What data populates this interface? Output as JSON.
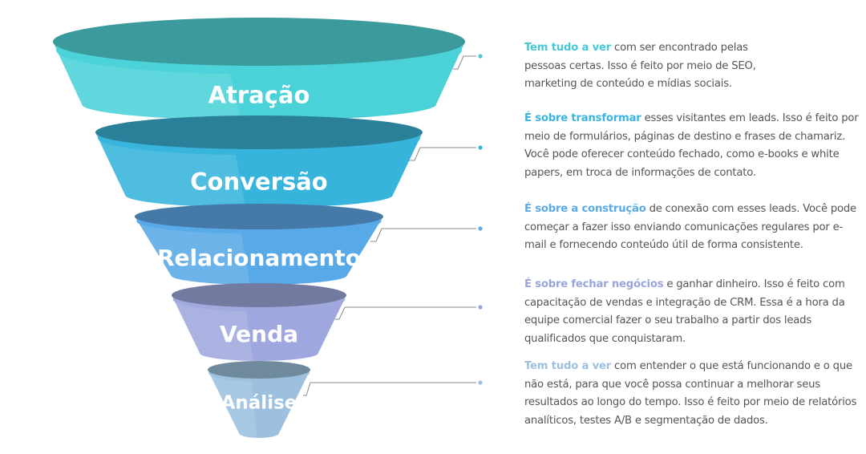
{
  "stages": [
    {
      "label": "Atração",
      "body_color": "#4ad2d8",
      "top_color": "#3a9a9c",
      "highlight_color": "#45c8d8",
      "highlight": "Tem tudo a ver",
      "text": " com ser encontrado pelas pessoas certas. Isso é feito por meio de SEO, marketing de conteúdo e mídias sociais."
    },
    {
      "label": "Conversão",
      "body_color": "#36b4dc",
      "top_color": "#2b8099",
      "highlight_color": "#3ab4e0",
      "highlight": "É sobre transformar",
      "text": " esses visitantes em leads. Isso é feito por meio de formulários, páginas de destino e frases de chamariz. Você pode oferecer conteúdo fechado, como e-books e white papers, em troca de informações de contato."
    },
    {
      "label": "Relacionamento",
      "body_color": "#58a9e8",
      "top_color": "#4579a8",
      "highlight_color": "#5aaae8",
      "highlight": "É sobre a construção",
      "text": " de conexão com esses leads. Você pode começar a fazer isso enviando comunicações regulares por e-mail e fornecendo conteúdo útil de forma consistente."
    },
    {
      "label": "Venda",
      "body_color": "#9fa8de",
      "top_color": "#727aa0",
      "highlight_color": "#9aa4dc",
      "highlight": "É sobre fechar negócios",
      "text": " e ganhar dinheiro. Isso é feito com capacitação de vendas e integração de CRM. Essa é a hora da equipe comercial fazer o seu trabalho a partir dos leads qualificados que conquistaram."
    },
    {
      "label": "Análise",
      "body_color": "#9cc0de",
      "top_color": "#6e8a9c",
      "highlight_color": "#9cc0e0",
      "highlight": "Tem tudo a ver",
      "text": " com entender o que está funcionando e o que não está, para que você possa continuar a melhorar seus resultados ao longo do tempo. Isso é feito por meio de relatórios analíticos, testes A/B e segmentação de dados."
    }
  ]
}
